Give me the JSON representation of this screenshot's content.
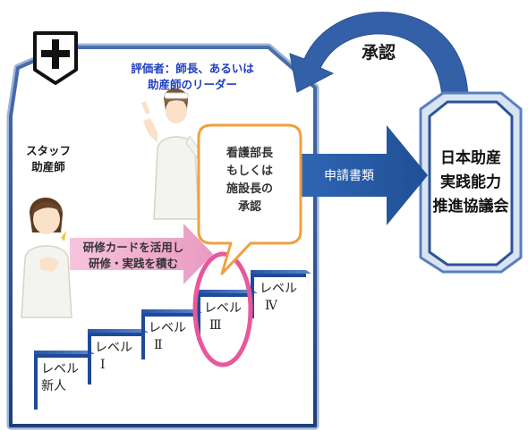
{
  "evaluator": {
    "line1": "評価者：師長、あるいは",
    "line2": "助産師のリーダー"
  },
  "staff": {
    "line1": "スタッフ",
    "line2": "助産師"
  },
  "training_arrow": {
    "line1": "研修カードを活用し",
    "line2": "研修・実践を積む"
  },
  "speech_bubble": {
    "lines": [
      "看護部長",
      "もしくは",
      "施設長の",
      "承認"
    ]
  },
  "application_arrow": {
    "label": "申請書類"
  },
  "approval_arrow": {
    "label": "承認"
  },
  "association": {
    "lines": [
      "日本助産",
      "実践能力",
      "推進協議会"
    ]
  },
  "steps": [
    {
      "label": "レベル",
      "sub": "新人"
    },
    {
      "label": "レベル",
      "sub": "Ⅰ"
    },
    {
      "label": "レベル",
      "sub": "Ⅱ"
    },
    {
      "label": "レベル",
      "sub": "Ⅲ"
    },
    {
      "label": "レベル",
      "sub": "Ⅳ"
    }
  ],
  "colors": {
    "frame_blue": "#2e5b9a",
    "arrow_blue": "#2d63ad",
    "highlight_pink": "#e8589a",
    "bubble_orange": "#f0a040"
  }
}
